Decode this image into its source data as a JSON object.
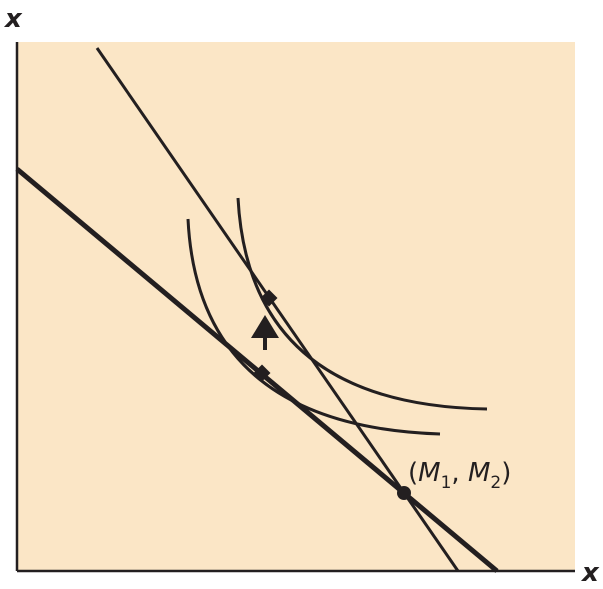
{
  "diagram": {
    "y_axis_label": "x",
    "x_axis_label": "x",
    "point_label": {
      "open_paren": "(",
      "m1": "M",
      "m1_sub": "1",
      "comma": ", ",
      "m2": "M",
      "m2_sub": "2",
      "close_paren": ")"
    },
    "colors": {
      "plot_background": "#fbe6c6",
      "ink": "#231f20",
      "page_background": "#ffffff"
    },
    "shapes": {
      "arrow": "upward-arrow",
      "tangency_markers": "diamond",
      "endowment_marker": "circle"
    }
  }
}
